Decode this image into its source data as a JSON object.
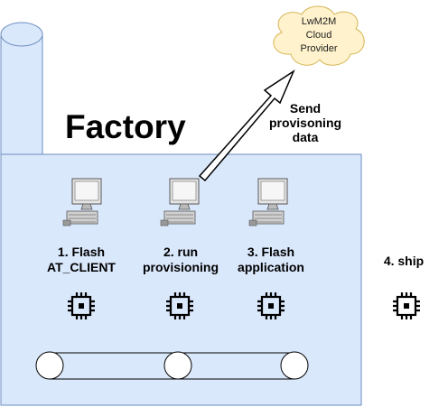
{
  "title": "Factory",
  "cloud": {
    "lines": [
      "LwM2M",
      "Cloud",
      "Provider"
    ]
  },
  "arrow_label": {
    "lines": [
      "Send",
      "provisoning",
      "data"
    ]
  },
  "steps": [
    {
      "lines": [
        "1. Flash",
        "AT_CLIENT"
      ]
    },
    {
      "lines": [
        "2. run",
        "provisioning"
      ]
    },
    {
      "lines": [
        "3. Flash",
        "application"
      ]
    },
    {
      "lines": [
        "4. ship"
      ]
    }
  ],
  "icons": {
    "computer": "computer-icon",
    "chip": "chip-icon",
    "cloud": "cloud-shape",
    "roller": "conveyor-roller"
  },
  "colors": {
    "building_fill": "#dae8fc",
    "building_stroke": "#6c8ebf",
    "cloud_fill": "#fff2cc",
    "cloud_stroke": "#d6b656",
    "line": "#000000"
  }
}
